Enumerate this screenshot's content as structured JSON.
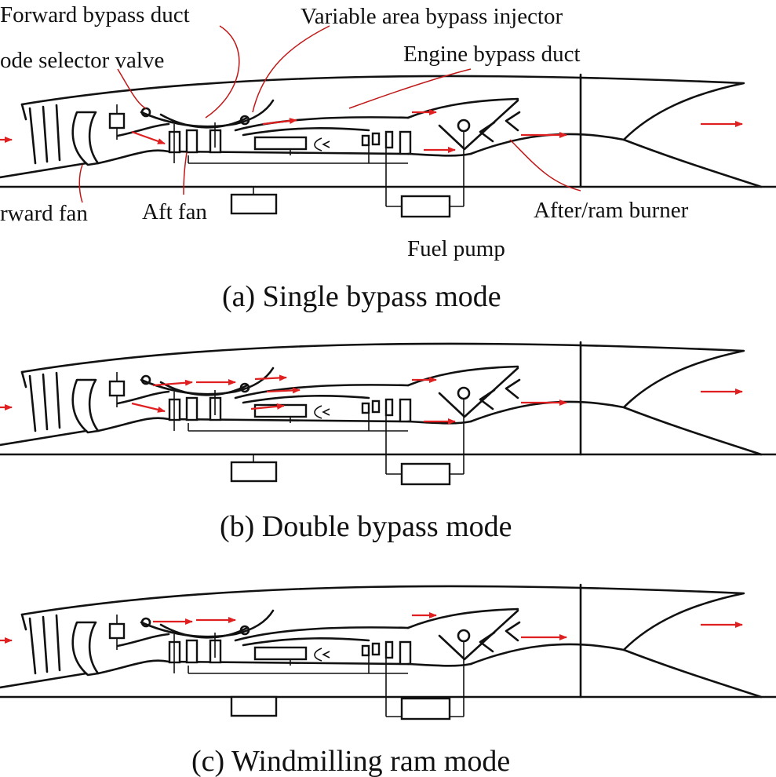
{
  "labels": {
    "forward_bypass_duct": "Forward bypass duct",
    "variable_area_bypass_injector": "Variable area bypass injector",
    "mode_selector_valve": "ode selector valve",
    "engine_bypass_duct": "Engine bypass duct",
    "forward_fan": "rward fan",
    "aft_fan": "Aft fan",
    "after_ram_burner": "After/ram burner",
    "fuel_pump": "Fuel pump"
  },
  "panels": [
    {
      "id": "a",
      "caption": "(a) Single bypass mode"
    },
    {
      "id": "b",
      "caption": "(b) Double bypass mode"
    },
    {
      "id": "c",
      "caption": "(c) Windmilling ram mode"
    }
  ],
  "colors": {
    "flow_arrow": "#e02020",
    "leader_line": "#c01818",
    "line": "#111111"
  }
}
